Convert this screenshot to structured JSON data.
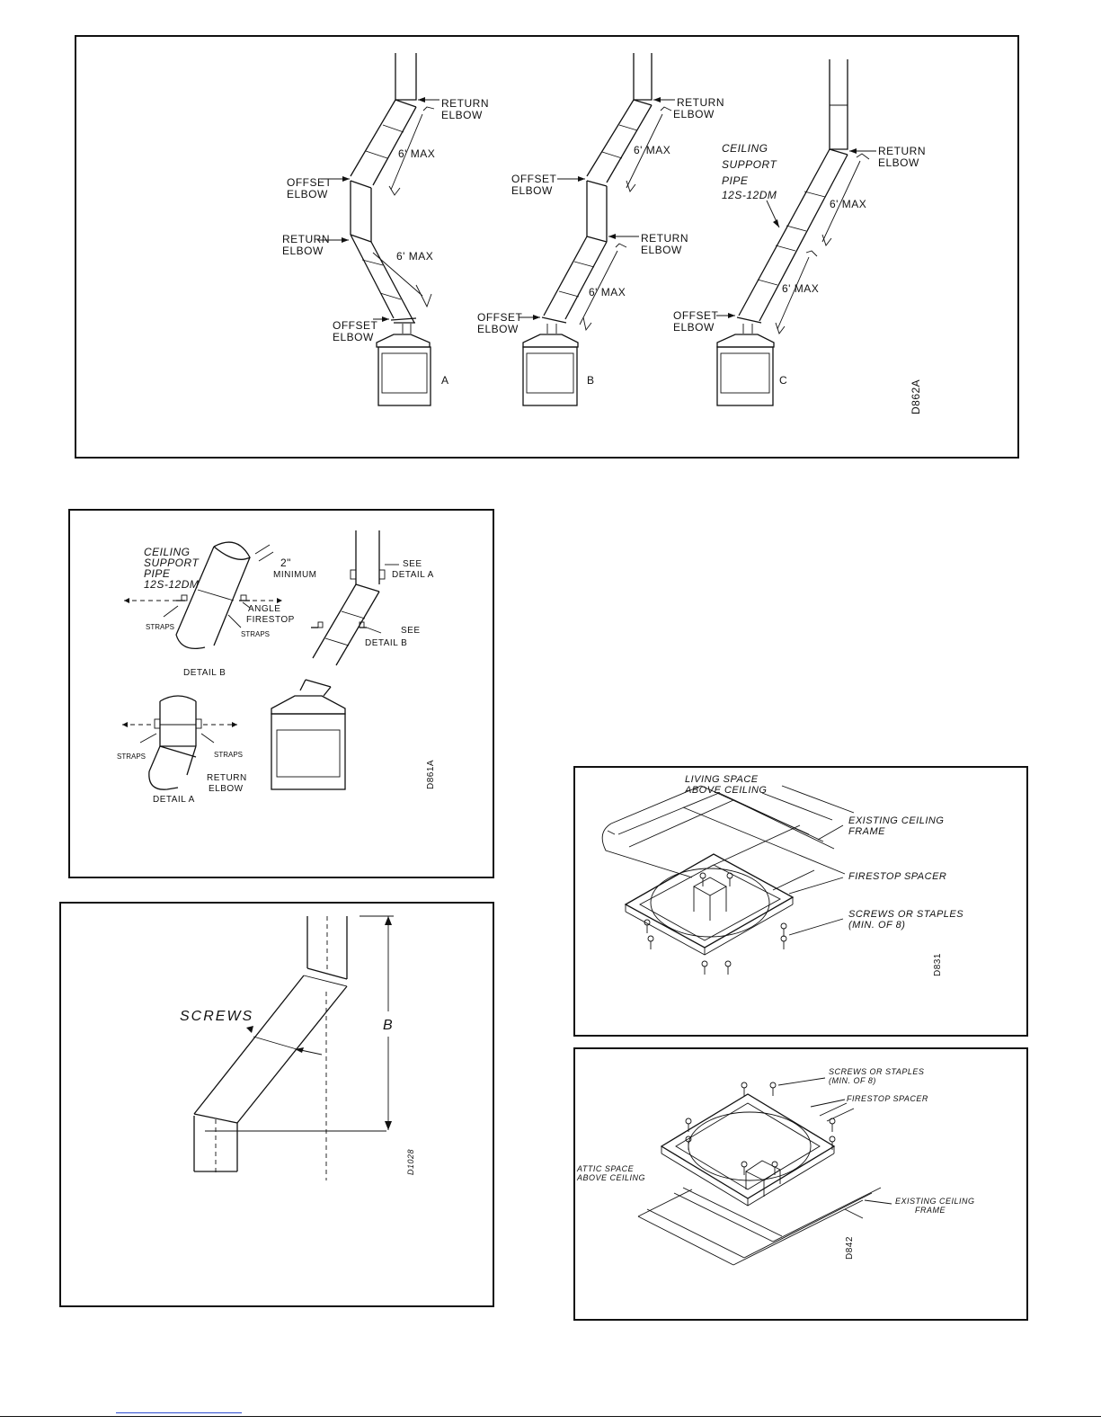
{
  "fig_top": {
    "labels": {
      "return_elbow_a1": [
        "RETURN",
        "ELBOW"
      ],
      "six_max_a1": "6' MAX",
      "offset_elbow_a1": [
        "OFFSET",
        "ELBOW"
      ],
      "return_elbow_a2": [
        "RETURN",
        "ELBOW"
      ],
      "six_max_a2": "6' MAX",
      "offset_elbow_a2": [
        "OFFSET",
        "ELBOW"
      ],
      "return_elbow_b1": [
        "RETURN",
        "ELBOW"
      ],
      "six_max_b1": "6' MAX",
      "offset_elbow_b1": [
        "OFFSET",
        "ELBOW"
      ],
      "return_elbow_b2": [
        "RETURN",
        "ELBOW"
      ],
      "six_max_b2": "6' MAX",
      "offset_elbow_b2": [
        "OFFSET",
        "ELBOW"
      ],
      "ceiling_support_c": [
        "CEILING",
        "SUPPORT",
        "PIPE",
        "12S-12DM"
      ],
      "return_elbow_c": [
        "RETURN",
        "ELBOW"
      ],
      "six_max_c1": "6' MAX",
      "six_max_c2": "6' MAX",
      "offset_elbow_c": [
        "OFFSET",
        "ELBOW"
      ],
      "letter_a": "A",
      "letter_b": "B",
      "letter_c": "C",
      "drawing_id": "D862A"
    }
  },
  "fig_detail": {
    "labels": {
      "ceiling_support": [
        "CEILING",
        "SUPPORT",
        "PIPE",
        "12S-12DM"
      ],
      "two_inch": "2\"",
      "minimum": "MINIMUM",
      "angle_firestop": [
        "ANGLE",
        "FIRESTOP"
      ],
      "straps_b1": "STRAPS",
      "straps_b2": "STRAPS",
      "detail_b": "DETAIL B",
      "straps_a1": "STRAPS",
      "straps_a2": "STRAPS",
      "return_elbow": [
        "RETURN",
        "ELBOW"
      ],
      "detail_a": "DETAIL A",
      "see_detail_a": [
        "SEE",
        "DETAIL A"
      ],
      "see_detail_b": [
        "SEE",
        "DETAIL B"
      ],
      "drawing_id": "D861A"
    }
  },
  "fig_screws": {
    "labels": {
      "screws": "SCREWS",
      "dim_b": "B",
      "drawing_id": "D1028"
    }
  },
  "fig_living": {
    "labels": {
      "living_space": [
        "LIVING SPACE",
        "ABOVE CEILING"
      ],
      "existing_frame": [
        "EXISTING CEILING",
        "FRAME"
      ],
      "firestop_spacer": "FIRESTOP SPACER",
      "screws_staples": [
        "SCREWS OR STAPLES",
        "(MIN. OF 8)"
      ],
      "drawing_id": "D831"
    }
  },
  "fig_attic": {
    "labels": {
      "screws_staples": [
        "SCREWS OR STAPLES",
        "(MIN. OF 8)"
      ],
      "firestop_spacer": "FIRESTOP SPACER",
      "attic_space": [
        "ATTIC SPACE",
        "ABOVE CEILING"
      ],
      "existing_frame": [
        "EXISTING CEILING",
        "FRAME"
      ],
      "drawing_id": "D842"
    }
  }
}
